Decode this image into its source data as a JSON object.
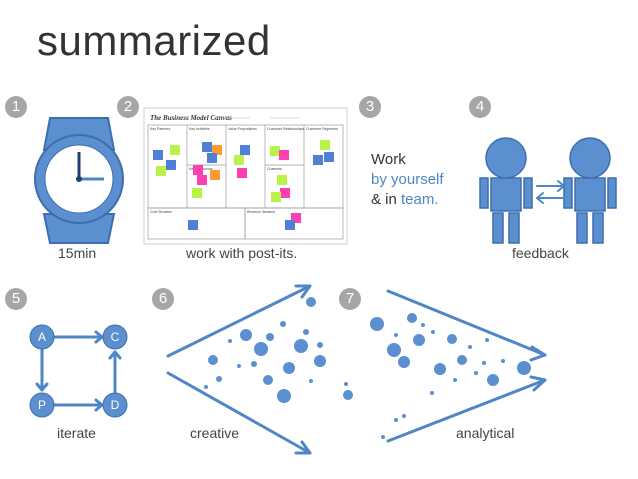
{
  "title": "summarized",
  "steps": [
    {
      "number": "1",
      "caption": "15min",
      "icon": "stopwatch-icon"
    },
    {
      "number": "2",
      "caption": "work with post-its.",
      "icon": "business-model-canvas-image",
      "canvas": {
        "title": "The Business Model Canvas",
        "blocks": [
          "Key Partners",
          "Key Activities",
          "Value Propositions",
          "Customer Relationships",
          "Customer Segments",
          "Key Resources",
          "Channels",
          "Cost Structure",
          "Revenue Streams"
        ]
      }
    },
    {
      "number": "3",
      "text_line1": "Work",
      "text_line2": "by yourself",
      "text_line3_prefix": "& in ",
      "text_line3_highlight": "team."
    },
    {
      "number": "4",
      "caption": "feedback",
      "icon": "two-people-exchange-icon"
    },
    {
      "number": "5",
      "caption": "iterate",
      "icon": "cycle-icon",
      "cycle_nodes": [
        "A",
        "C",
        "P",
        "D"
      ]
    },
    {
      "number": "6",
      "caption": "creative",
      "icon": "diverging-arrows-icon"
    },
    {
      "number": "7",
      "caption": "analytical",
      "icon": "converging-arrows-icon"
    }
  ],
  "colors": {
    "accent_blue": "#4f86c6",
    "icon_blue": "#5b8fd0",
    "badge_gray": "#a6a6a6",
    "text_dark": "#333333",
    "postit_blue": "#4f7fd6",
    "postit_green": "#b9f24a",
    "postit_pink": "#ff3fb0",
    "postit_orange": "#ff9a2e"
  }
}
